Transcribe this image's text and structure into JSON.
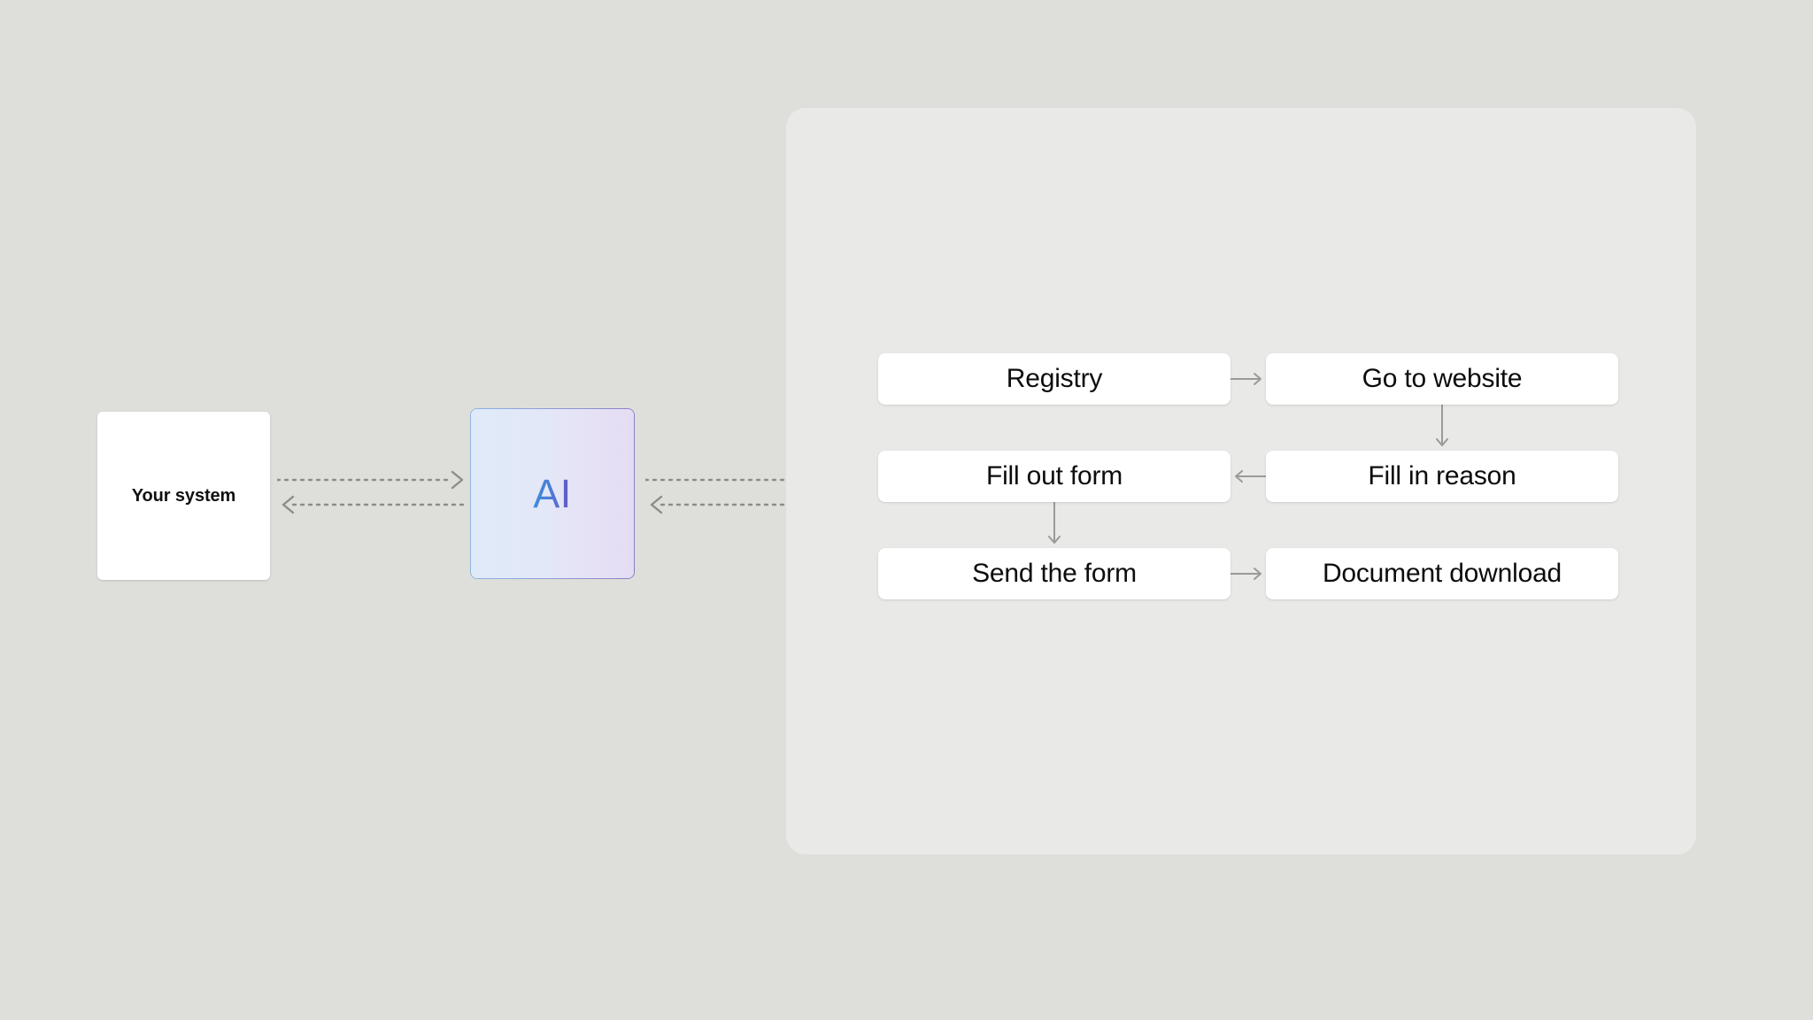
{
  "canvas": {
    "background_color": "#dedfda"
  },
  "system": {
    "label": "Your system",
    "background_color": "#ffffff"
  },
  "ai": {
    "label": "AI",
    "gradient_from": "#8fb4dd",
    "gradient_to": "#8a7fc4",
    "text_gradient_from": "#3f8ede",
    "text_gradient_to": "#6753c9"
  },
  "connectors": {
    "style": "dotted",
    "color": "#8c8c88",
    "left_pair": {
      "outbound_label": "system-to-ai",
      "inbound_label": "ai-to-system"
    },
    "right_pair": {
      "outbound_label": "ai-to-workflow",
      "inbound_label": "workflow-to-ai"
    }
  },
  "panel": {
    "background_color": "#e9e9e7"
  },
  "flow": {
    "arrow_color": "#9a9a98",
    "nodes": [
      {
        "id": "registry",
        "label": "Registry",
        "column": "left",
        "row": 1
      },
      {
        "id": "go-to-website",
        "label": "Go to website",
        "column": "right",
        "row": 1
      },
      {
        "id": "fill-out-form",
        "label": "Fill out form",
        "column": "left",
        "row": 2
      },
      {
        "id": "fill-in-reason",
        "label": "Fill in reason",
        "column": "right",
        "row": 2
      },
      {
        "id": "send-the-form",
        "label": "Send the form",
        "column": "left",
        "row": 3
      },
      {
        "id": "document-download",
        "label": "Document download",
        "column": "right",
        "row": 3
      }
    ],
    "edges": [
      {
        "from": "registry",
        "to": "go-to-website",
        "direction": "right"
      },
      {
        "from": "go-to-website",
        "to": "fill-in-reason",
        "direction": "down"
      },
      {
        "from": "fill-in-reason",
        "to": "fill-out-form",
        "direction": "left"
      },
      {
        "from": "fill-out-form",
        "to": "send-the-form",
        "direction": "down"
      },
      {
        "from": "send-the-form",
        "to": "document-download",
        "direction": "right"
      }
    ]
  }
}
